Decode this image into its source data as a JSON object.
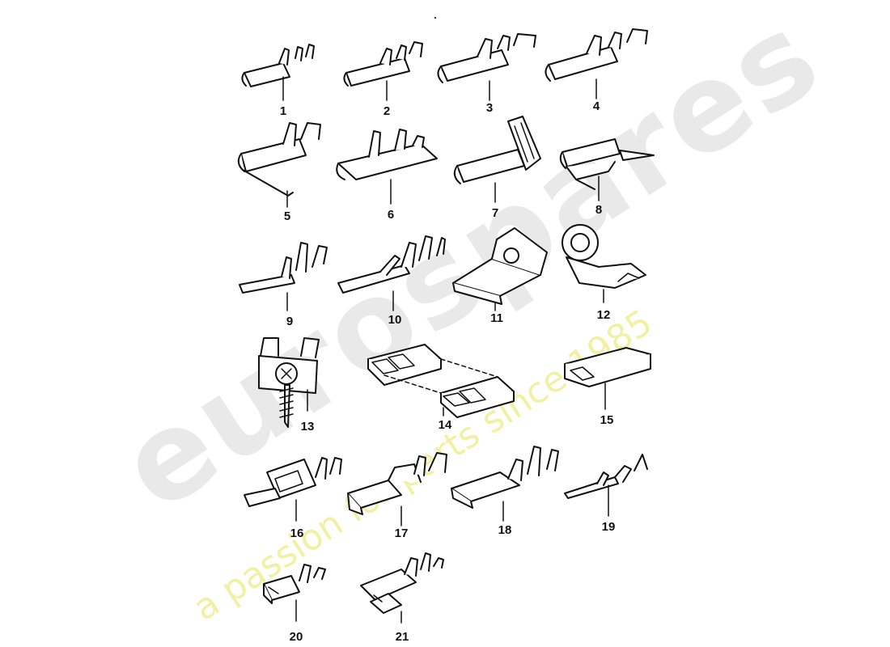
{
  "watermark": {
    "logo_text": "eurospares",
    "tagline": "a passion for parts since 1985",
    "logo_color": "#e6e6e6",
    "tagline_color": "#f1ef9a"
  },
  "diagram": {
    "labels": [
      "1",
      "2",
      "3",
      "4",
      "5",
      "6",
      "7",
      "8",
      "9",
      "10",
      "11",
      "12",
      "13",
      "14",
      "15",
      "16",
      "17",
      "18",
      "19",
      "20",
      "21"
    ]
  }
}
